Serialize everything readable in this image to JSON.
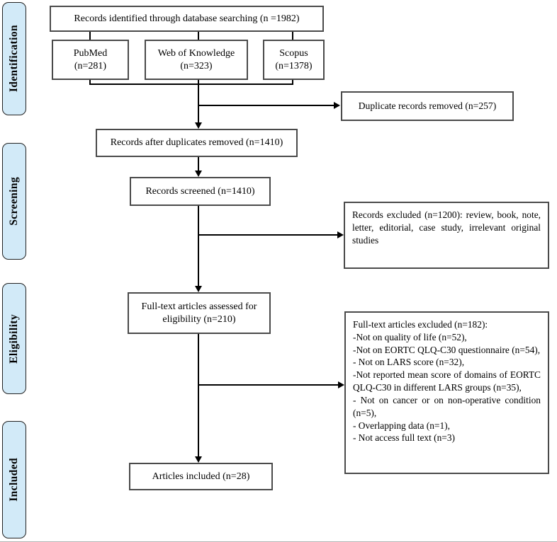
{
  "palette": {
    "sidebar_fill": "#d2eaf8",
    "box_border": "#4a4a4a",
    "connector": "#000000",
    "background": "#ffffff"
  },
  "sidebar": {
    "stages": [
      {
        "label": "Identification"
      },
      {
        "label": "Screening"
      },
      {
        "label": "Eligibility"
      },
      {
        "label": "Included"
      }
    ]
  },
  "flow": {
    "identified": {
      "text": "Records identified through database searching (n =1982)"
    },
    "sources": [
      {
        "line1": "PubMed",
        "line2": "(n=281)"
      },
      {
        "line1": "Web of Knowledge",
        "line2": "(n=323)"
      },
      {
        "line1": "Scopus",
        "line2": "(n=1378)"
      }
    ],
    "duplicates_removed": {
      "text": "Duplicate records removed (n=257)"
    },
    "after_duplicates": {
      "text": "Records after duplicates removed (n=1410)"
    },
    "screened": {
      "text": "Records screened (n=1410)"
    },
    "records_excluded": {
      "text": "Records excluded (n=1200): review, book, note, letter, editorial, case study, irrelevant original studies"
    },
    "fulltext_assessed": {
      "line1": "Full-text articles assessed for",
      "line2": "eligibility (n=210)"
    },
    "fulltext_excluded": {
      "header": "Full-text articles excluded (n=182):",
      "items": [
        "-Not on quality of life (n=52),",
        "-Not on EORTC QLQ-C30 questionnaire (n=54),",
        "- Not on LARS score (n=32),",
        "-Not reported mean score of domains of EORTC QLQ-C30 in different LARS groups (n=35),",
        "- Not on cancer or on non-operative condition (n=5),",
        "- Overlapping data (n=1),",
        "- Not access full text (n=3)"
      ]
    },
    "included": {
      "text": "Articles included (n=28)"
    }
  }
}
